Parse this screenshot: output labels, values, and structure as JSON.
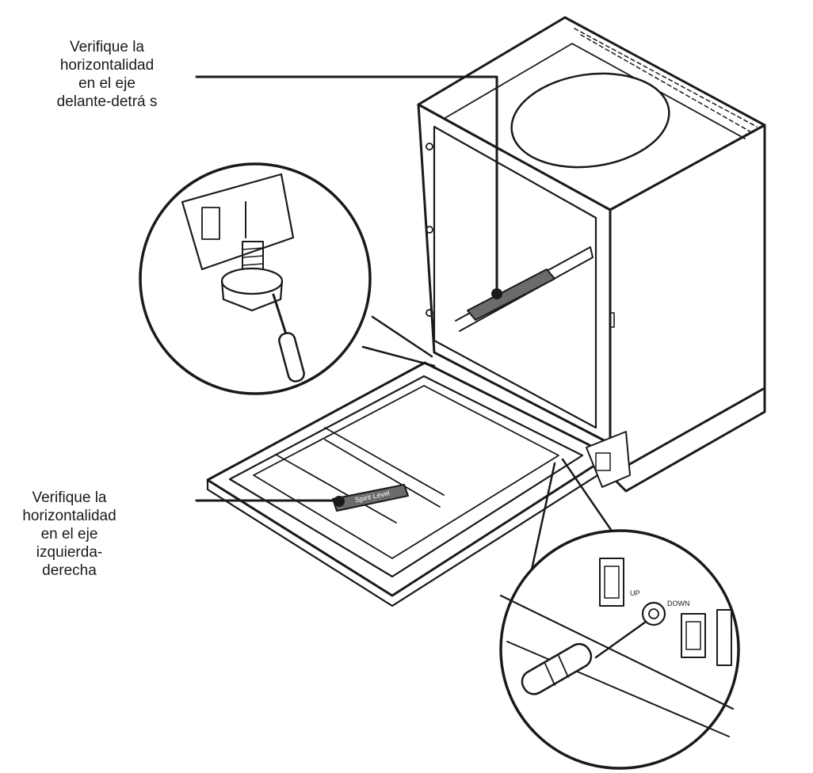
{
  "annotations": {
    "front_back_level": [
      "Verifique la",
      "horizontalidad",
      "en el eje",
      "delante-detrá s"
    ],
    "left_right_level": [
      "Verifique la",
      "horizontalidad",
      "en el eje",
      "izquierda-",
      "derecha"
    ]
  },
  "level_tool_text": "Spirit Level",
  "adjust_markings": [
    "UP",
    "DOWN"
  ],
  "colors": {
    "line": "#1a1a1a",
    "fill": "#ffffff",
    "level": "#6b6b6b"
  }
}
